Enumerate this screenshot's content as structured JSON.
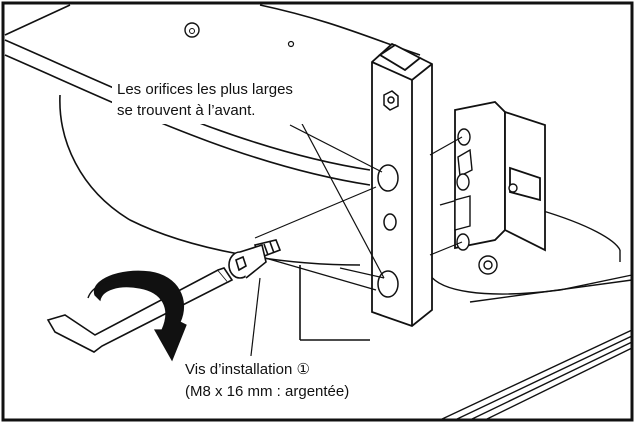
{
  "callouts": {
    "holes_line1": "Les orifices les plus larges",
    "holes_line2": "se trouvent à l’avant.",
    "screw_line1": "Vis d’installation ①",
    "screw_line2": "(M8 x 16 mm : argentée)"
  },
  "icons": {
    "top_surface_symbol": "power-symbol-icon",
    "rotation_arrow": "curved-arrow-icon"
  },
  "colors": {
    "line": "#111111",
    "background": "#ffffff",
    "frame": "#111111"
  }
}
